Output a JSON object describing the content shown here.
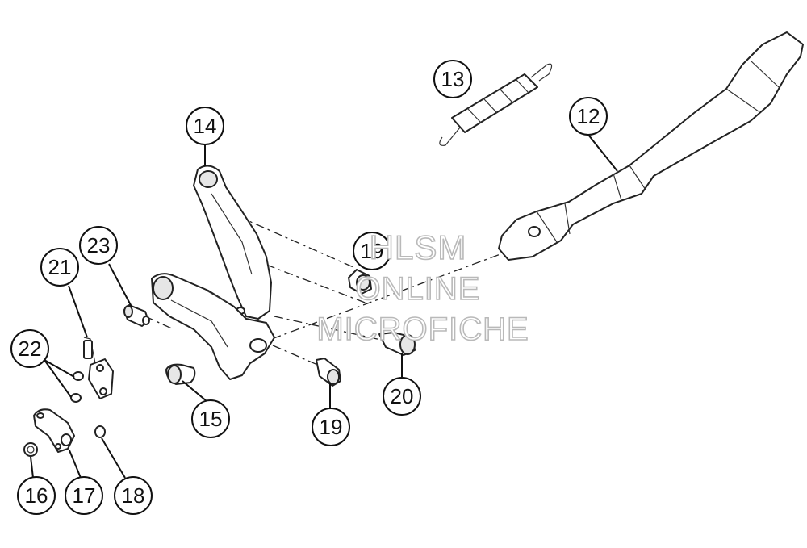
{
  "callouts": {
    "c12": "12",
    "c13": "13",
    "c14": "14",
    "c15": "15",
    "c16": "16",
    "c17": "17",
    "c18": "18",
    "c19a": "19",
    "c19b": "19",
    "c20": "20",
    "c21": "21",
    "c22": "22",
    "c23": "23"
  },
  "watermark": {
    "line1": "HLSM",
    "line2": "ONLINE",
    "line3": "MICROFICHE"
  }
}
